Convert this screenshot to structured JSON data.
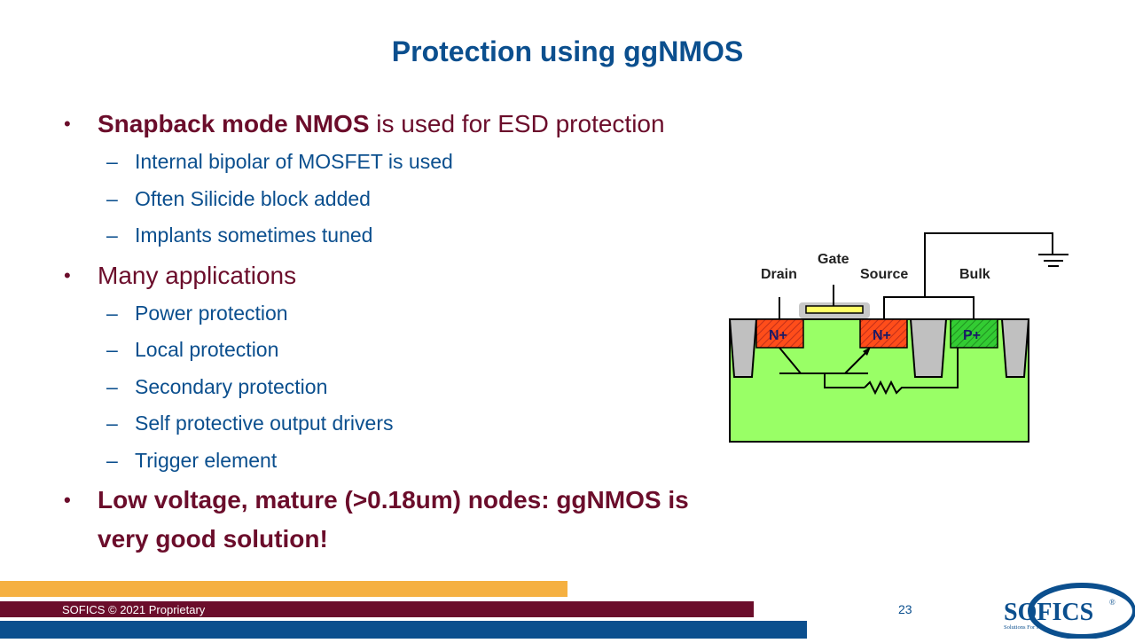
{
  "title": "Protection using ggNMOS",
  "bullets": {
    "b1_bold": "Snapback mode NMOS",
    "b1_rest": " is used for ESD protection",
    "b1_subs": [
      "Internal bipolar of MOSFET is used",
      "Often Silicide block added",
      "Implants sometimes tuned"
    ],
    "b2": "Many applications",
    "b2_subs": [
      "Power protection",
      "Local protection",
      "Secondary protection",
      "Self protective output drivers",
      "Trigger element"
    ],
    "b3_line1": "Low voltage, mature (>0.18um) nodes: ggNMOS is",
    "b3_line2": "very good solution!"
  },
  "diagram": {
    "labels": {
      "drain": "Drain",
      "gate": "Gate",
      "source": "Source",
      "bulk": "Bulk",
      "nplus_drain": "N+",
      "nplus_source": "N+",
      "pplus": "P+"
    },
    "colors": {
      "substrate": "#99ff66",
      "nplus": "#ff4d1a",
      "pplus": "#33cc33",
      "sti": "#c0c0c0",
      "gate": "#ffff66"
    }
  },
  "footer": {
    "copyright": "SOFICS © 2021 Proprietary",
    "page_number": "23",
    "logo_text": "SOFICS",
    "logo_tagline": "Solutions For ICs",
    "logo_mark": "®"
  },
  "colors": {
    "title_blue": "#0b4f8e",
    "maroon": "#6b0d2b",
    "orange": "#f5b041"
  }
}
